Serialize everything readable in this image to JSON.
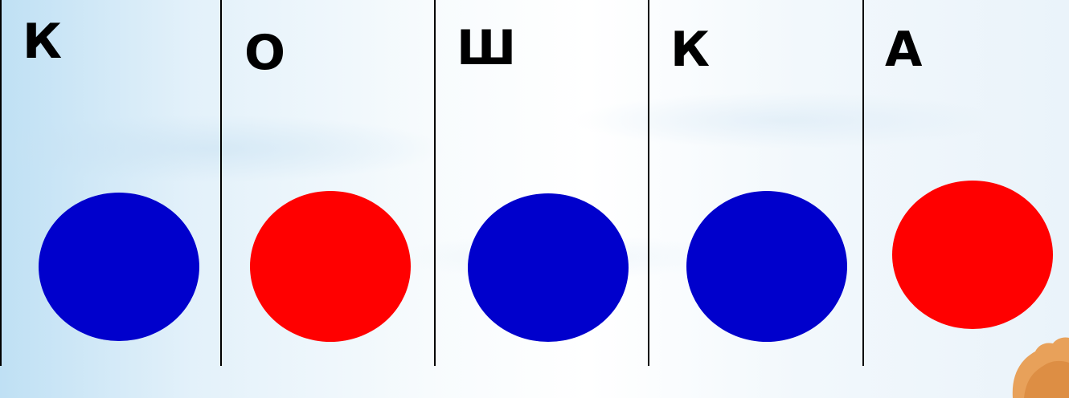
{
  "cells": [
    {
      "letter": "К",
      "circle_color": "#0000CC"
    },
    {
      "letter": "О",
      "circle_color": "#FF0000"
    },
    {
      "letter": "Ш",
      "circle_color": "#0000CC"
    },
    {
      "letter": "К",
      "circle_color": "#0000CC"
    },
    {
      "letter": "А",
      "circle_color": "#FF0000"
    }
  ],
  "colors": {
    "vowel": "#FF0000",
    "consonant": "#0000CC",
    "divider": "#000000"
  }
}
